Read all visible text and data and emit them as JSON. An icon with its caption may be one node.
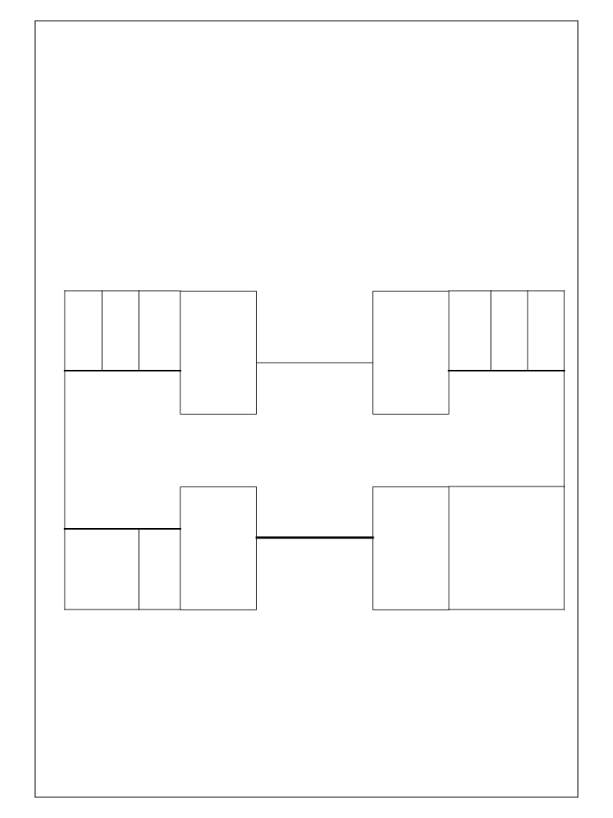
{
  "diagram": {
    "nodes": [
      {
        "text": [],
        "shape": "box"
      },
      {
        "text": [],
        "shape": "box"
      },
      {
        "text": [],
        "shape": "box"
      },
      {
        "text": [],
        "shape": "box"
      }
    ],
    "edges": [
      {
        "from": 0,
        "to": 1,
        "arrow": "none"
      },
      {
        "from": 2,
        "to": 3,
        "arrow": "none",
        "style": "thick"
      }
    ]
  }
}
